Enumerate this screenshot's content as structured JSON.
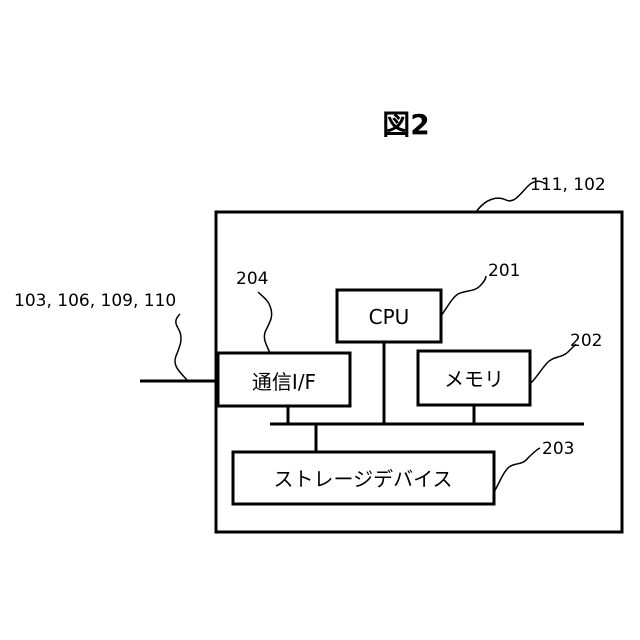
{
  "figure": {
    "title": "図2"
  },
  "device": {
    "ref": "111, 102"
  },
  "network": {
    "ref": "103, 106, 109, 110"
  },
  "cpu": {
    "label": "CPU",
    "ref": "201"
  },
  "memory": {
    "label": "メモリ",
    "ref": "202"
  },
  "storage": {
    "label": "ストレージデバイス",
    "ref": "203"
  },
  "comm_if": {
    "label": "通信I/F",
    "ref": "204"
  }
}
